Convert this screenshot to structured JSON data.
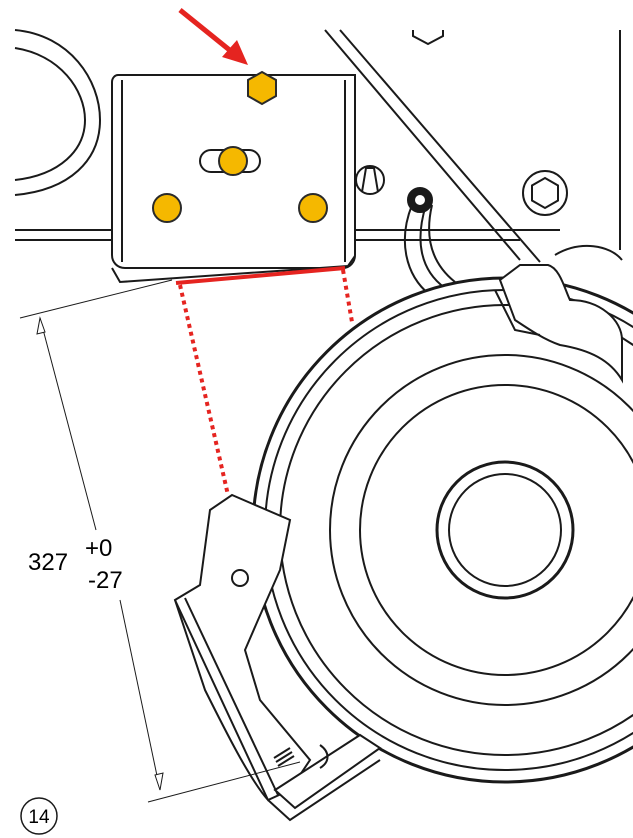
{
  "dimension": {
    "nominal": "327",
    "tolerance_upper": "+0",
    "tolerance_lower": "-27"
  },
  "step_label": "14",
  "colors": {
    "line": "#1a1a1a",
    "highlight_red": "#e52420",
    "bolt_fill": "#f5b800",
    "bolt_stroke": "#2a2a2a",
    "background": "#ffffff"
  },
  "icons": {
    "pointer": "red-arrow-icon",
    "bolt": "hex-bolt-icon"
  }
}
